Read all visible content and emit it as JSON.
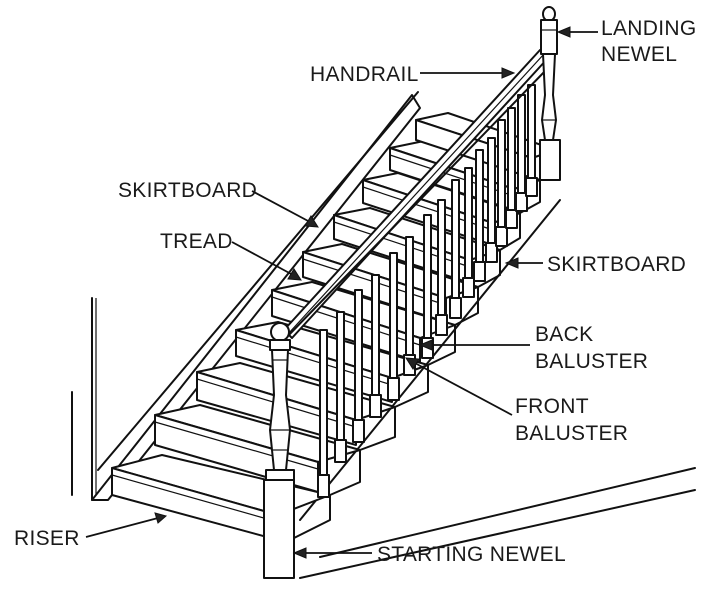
{
  "diagram": {
    "subject": "Staircase anatomy",
    "labels": {
      "landing_newel_line1": "LANDING",
      "landing_newel_line2": "NEWEL",
      "handrail": "HANDRAIL",
      "skirtboard_left": "SKIRTBOARD",
      "tread": "TREAD",
      "skirtboard_right": "SKIRTBOARD",
      "back_baluster_line1": "BACK",
      "back_baluster_line2": "BALUSTER",
      "front_baluster_line1": "FRONT",
      "front_baluster_line2": "BALUSTER",
      "riser": "RISER",
      "starting_newel": "STARTING NEWEL"
    },
    "colors": {
      "ink": "#111111",
      "background": "#ffffff"
    }
  }
}
